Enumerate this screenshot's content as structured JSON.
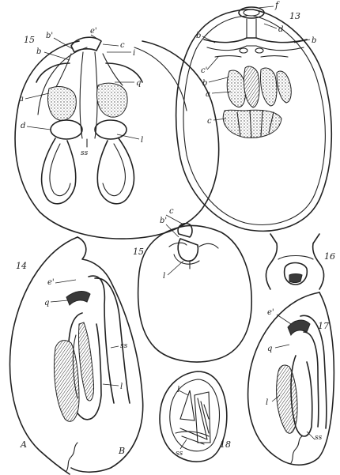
{
  "figures": [
    {
      "id": "fig-13",
      "number": "13",
      "labels": [
        "f",
        "d",
        "b",
        "b",
        "c'",
        "b",
        "a",
        "c"
      ]
    },
    {
      "id": "fig-15-top",
      "number": "15",
      "labels": [
        "b'",
        "e'",
        "c",
        "i",
        "b",
        "a",
        "q",
        "d",
        "l",
        "ss"
      ]
    },
    {
      "id": "fig-14",
      "number": "14",
      "labels": [
        "e'",
        "q",
        "ss",
        "l",
        "A",
        "B"
      ]
    },
    {
      "id": "fig-15",
      "number": "15",
      "labels": [
        "b'",
        "c",
        "l"
      ]
    },
    {
      "id": "fig-16",
      "number": "16",
      "labels": []
    },
    {
      "id": "fig-17",
      "number": "17",
      "labels": [
        "e'",
        "q",
        "l",
        "ss"
      ]
    },
    {
      "id": "fig-18",
      "number": "18",
      "labels": [
        "l",
        "ss"
      ]
    }
  ]
}
